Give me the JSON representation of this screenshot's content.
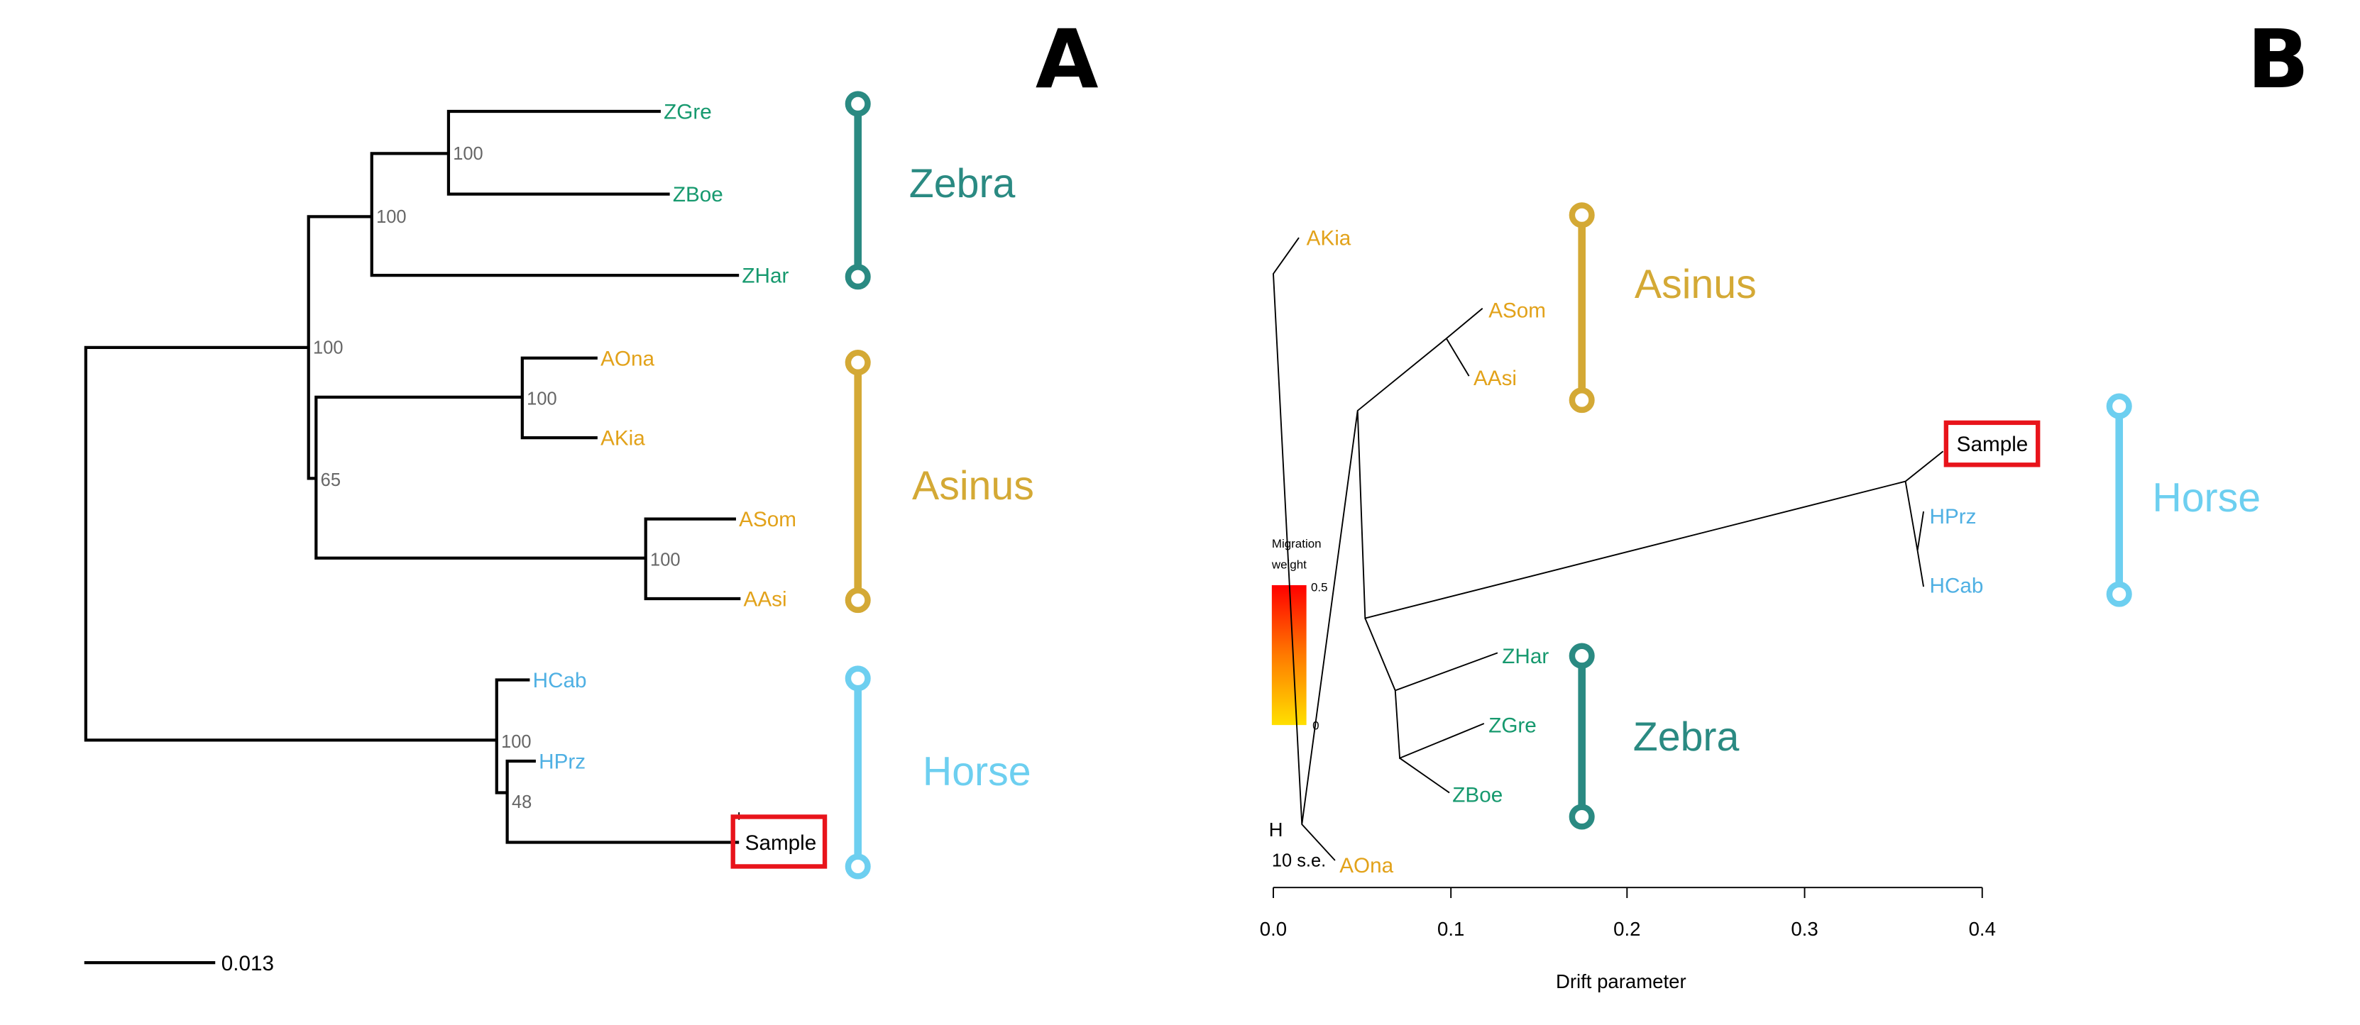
{
  "panel_a": {
    "label": "A",
    "taxa": {
      "zgre": "ZGre",
      "zboe": "ZBoe",
      "zhar": "ZHar",
      "aona": "AOna",
      "akia": "AKia",
      "asom": "ASom",
      "aasi": "AAsi",
      "hcab": "HCab",
      "hprz": "HPrz",
      "sample": "Sample"
    },
    "bootstrap": {
      "zgre_zboe": "100",
      "zebra": "100",
      "zebra_asinus": "100",
      "aona_akia": "100",
      "asinus": "65",
      "asom_aasi": "100",
      "horse": "100",
      "hprz_sample": "48"
    },
    "scale_bar": "0.013",
    "groups": {
      "zebra": "Zebra",
      "asinus": "Asinus",
      "horse": "Horse"
    }
  },
  "panel_b": {
    "label": "B",
    "taxa": {
      "akia": "AKia",
      "asom": "ASom",
      "aasi": "AAsi",
      "sample": "Sample",
      "hprz": "HPrz",
      "hcab": "HCab",
      "zhar": "ZHar",
      "zgre": "ZGre",
      "zboe": "ZBoe",
      "aona": "AOna"
    },
    "legend": {
      "title1": "Migration",
      "title2": "weight",
      "max": "0.5",
      "min": "0"
    },
    "se_label": "10 s.e.",
    "se_glyph": "H",
    "axis": {
      "ticks": [
        "0.0",
        "0.1",
        "0.2",
        "0.3",
        "0.4"
      ],
      "xlabel": "Drift parameter"
    },
    "groups": {
      "asinus": "Asinus",
      "horse": "Horse",
      "zebra": "Zebra"
    }
  },
  "colors": {
    "zebra": "#2a8a82",
    "asinus": "#d4a935",
    "horse": "#6dcff0",
    "highlight": "#e8141b",
    "grad_top": "#ff0000",
    "grad_bottom": "#ffe000"
  }
}
